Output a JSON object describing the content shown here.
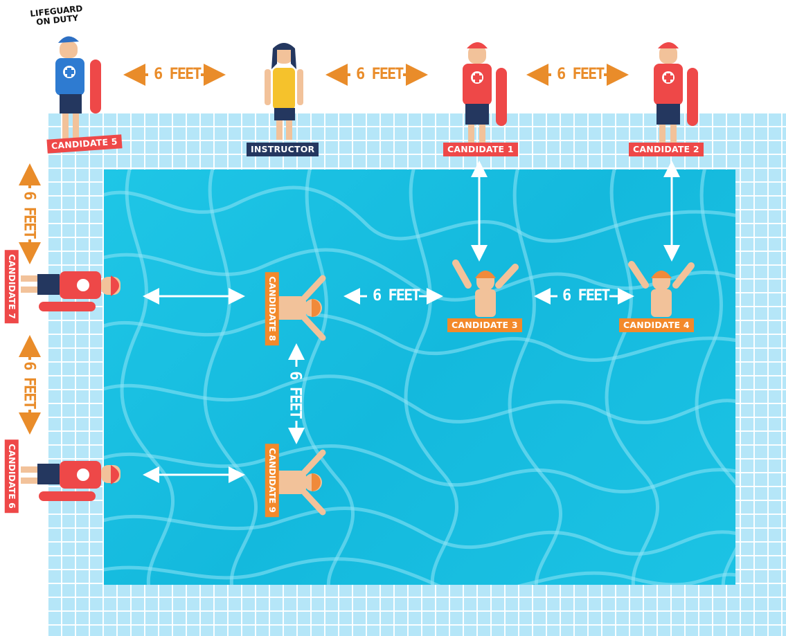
{
  "banner": "LIFEGUARD\nON DUTY",
  "people": {
    "candidate_5": "CANDIDATE 5",
    "instructor": "INSTRUCTOR",
    "candidate_1": "CANDIDATE 1",
    "candidate_2": "CANDIDATE 2",
    "candidate_3": "CANDIDATE 3",
    "candidate_4": "CANDIDATE 4",
    "candidate_6": "CANDIDATE 6",
    "candidate_7": "CANDIDATE 7",
    "candidate_8": "CANDIDATE 8",
    "candidate_9": "CANDIDATE 9"
  },
  "distance_label": "6 FEET",
  "colors": {
    "deck_tile": "#b5e6f8",
    "water": "#1fc6e6",
    "label_red": "#ee4848",
    "label_navy": "#24375f",
    "label_orange": "#f3892a",
    "arrow_orange": "#e98c2a"
  }
}
